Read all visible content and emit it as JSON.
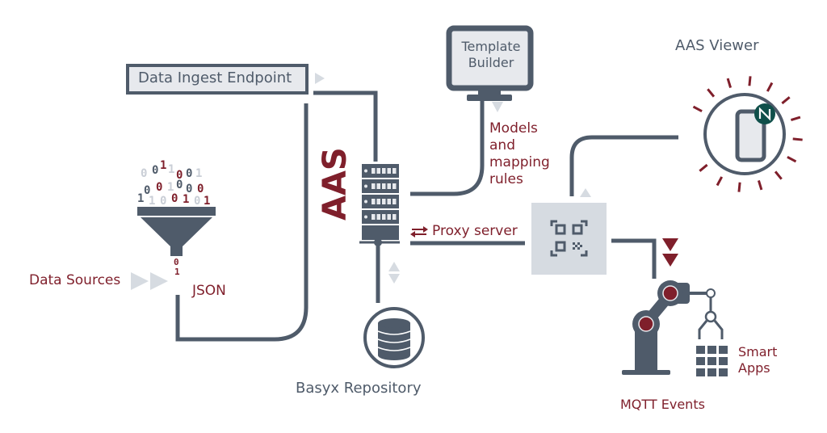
{
  "colors": {
    "primary_grey": "#4f5b6a",
    "accent_red": "#7f1f2b",
    "light_grey": "#d6dbe1",
    "panel_fill": "#e7e9ed",
    "badge_green": "#0f4f4a"
  },
  "nodes": {
    "data_ingest_endpoint": {
      "label": "Data Ingest Endpoint"
    },
    "template_builder": {
      "line1": "Template",
      "line2": "Builder"
    },
    "models_mapping": {
      "line1": "Models",
      "line2": "and",
      "line3": "mapping",
      "line4": "rules"
    },
    "aas_viewer": {
      "label": "AAS Viewer",
      "badge_icon": "aas-logo-icon",
      "icon": "smartphone-icon"
    },
    "aas_server": {
      "label": "AAS",
      "icon": "server-rack-icon"
    },
    "proxy_server": {
      "label": "Proxy server",
      "icon": "bidirectional-arrow-icon"
    },
    "qr_gateway": {
      "icon": "qr-code-scan-icon"
    },
    "data_sources": {
      "label": "Data Sources"
    },
    "json": {
      "label": "JSON"
    },
    "funnel": {
      "icon": "funnel-icon",
      "bits": [
        "0",
        "0",
        "1",
        "1",
        "0",
        "0",
        "1",
        "0",
        "0",
        "1",
        "0",
        "0",
        "0",
        "1",
        "1",
        "0",
        "0",
        "1",
        "0",
        "1"
      ]
    },
    "basyx_repository": {
      "label": "Basyx Repository",
      "icon": "database-icon"
    },
    "mqtt_events": {
      "label": "MQTT Events",
      "icon": "robot-arm-icon"
    },
    "smart_apps": {
      "line1": "Smart",
      "line2": "Apps",
      "icon": "app-grid-icon"
    }
  }
}
